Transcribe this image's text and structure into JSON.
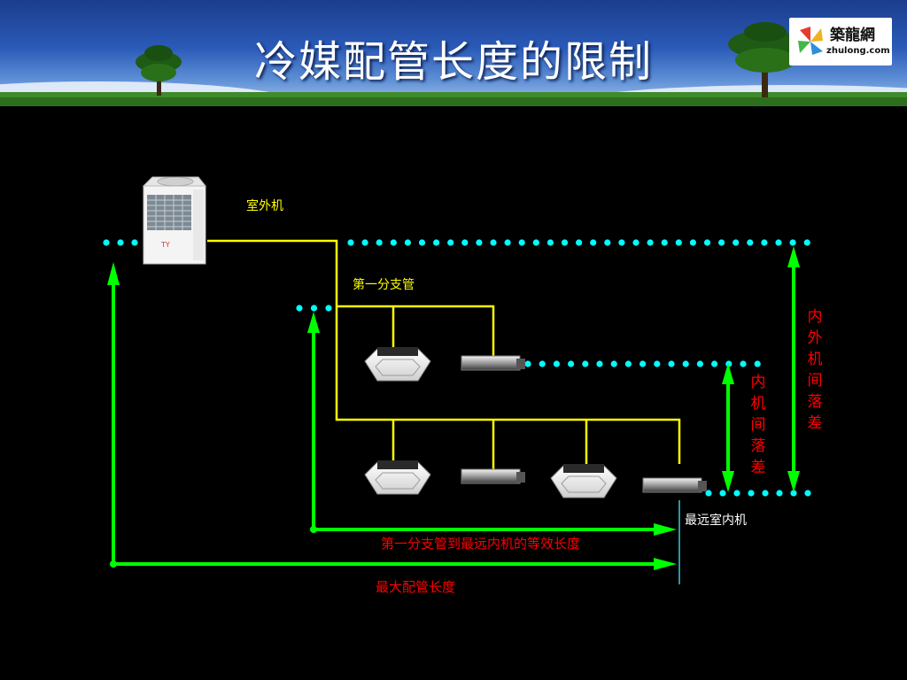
{
  "header": {
    "title": "冷媒配管长度的限制"
  },
  "logo": {
    "name": "築龍網",
    "url": "zhulong.com"
  },
  "labels": {
    "outdoor_unit": "室外机",
    "first_branch": "第一分支管",
    "farthest_indoor": "最远室内机",
    "equiv_length": "第一分支管到最远内机的等效长度",
    "max_length": "最大配管长度",
    "indoor_outdoor_drop": "内外机间落差",
    "indoor_drop": "内机间落差"
  },
  "colors": {
    "pipe": "#ffff00",
    "arrow": "#00ff00",
    "dots": "#00ffff",
    "annotation": "#ff0000"
  },
  "icons": {
    "outdoor": "outdoor-unit-icon",
    "cassette": "cassette-unit-icon",
    "duct": "duct-unit-icon"
  }
}
